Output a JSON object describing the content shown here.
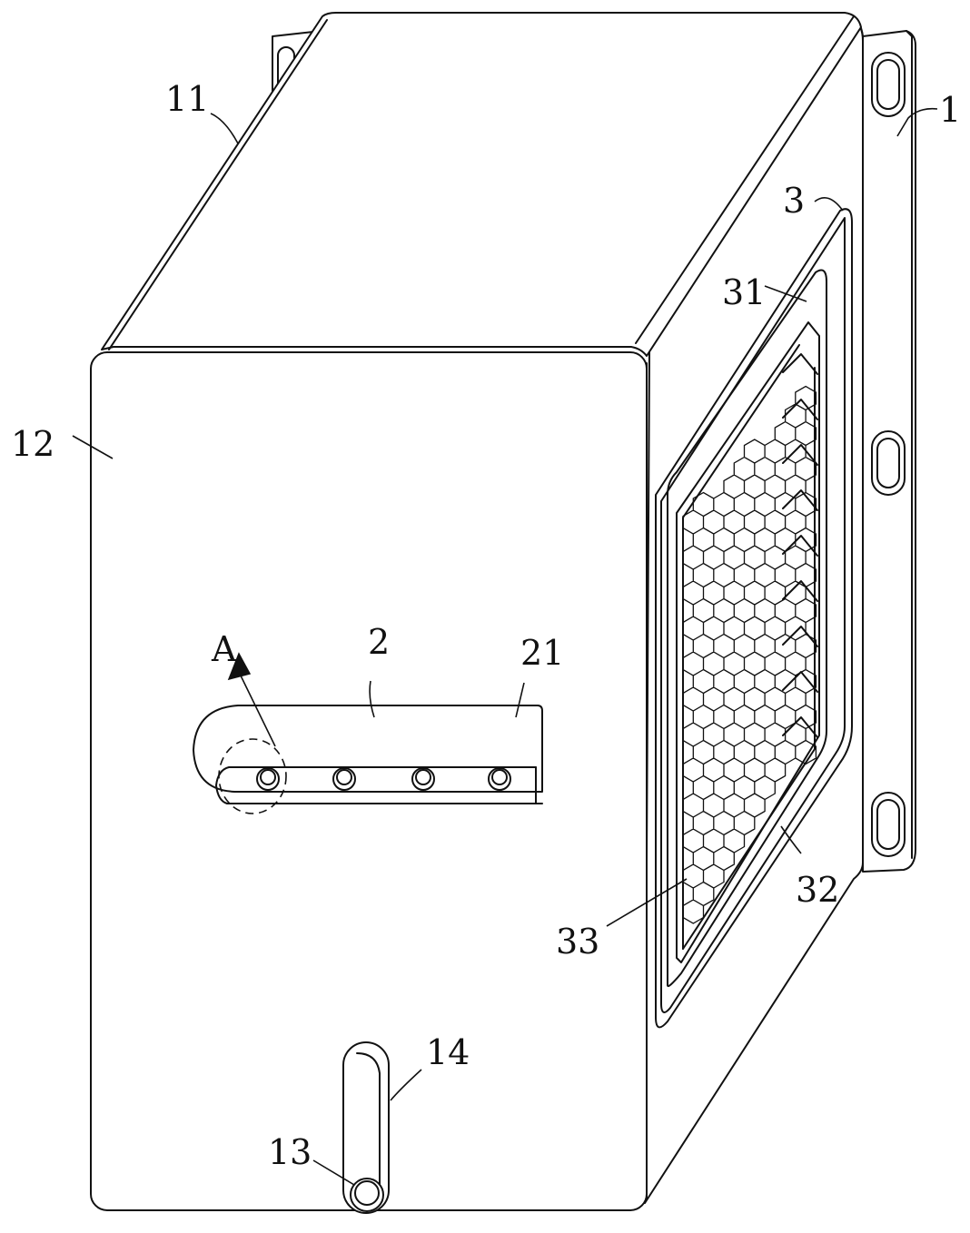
{
  "labels": {
    "l1": "1",
    "l11": "11",
    "l12": "12",
    "l2": "2",
    "l21": "21",
    "l3": "3",
    "l31": "31",
    "l32": "32",
    "l33": "33",
    "l13": "13",
    "l14": "14",
    "lA": "A"
  }
}
